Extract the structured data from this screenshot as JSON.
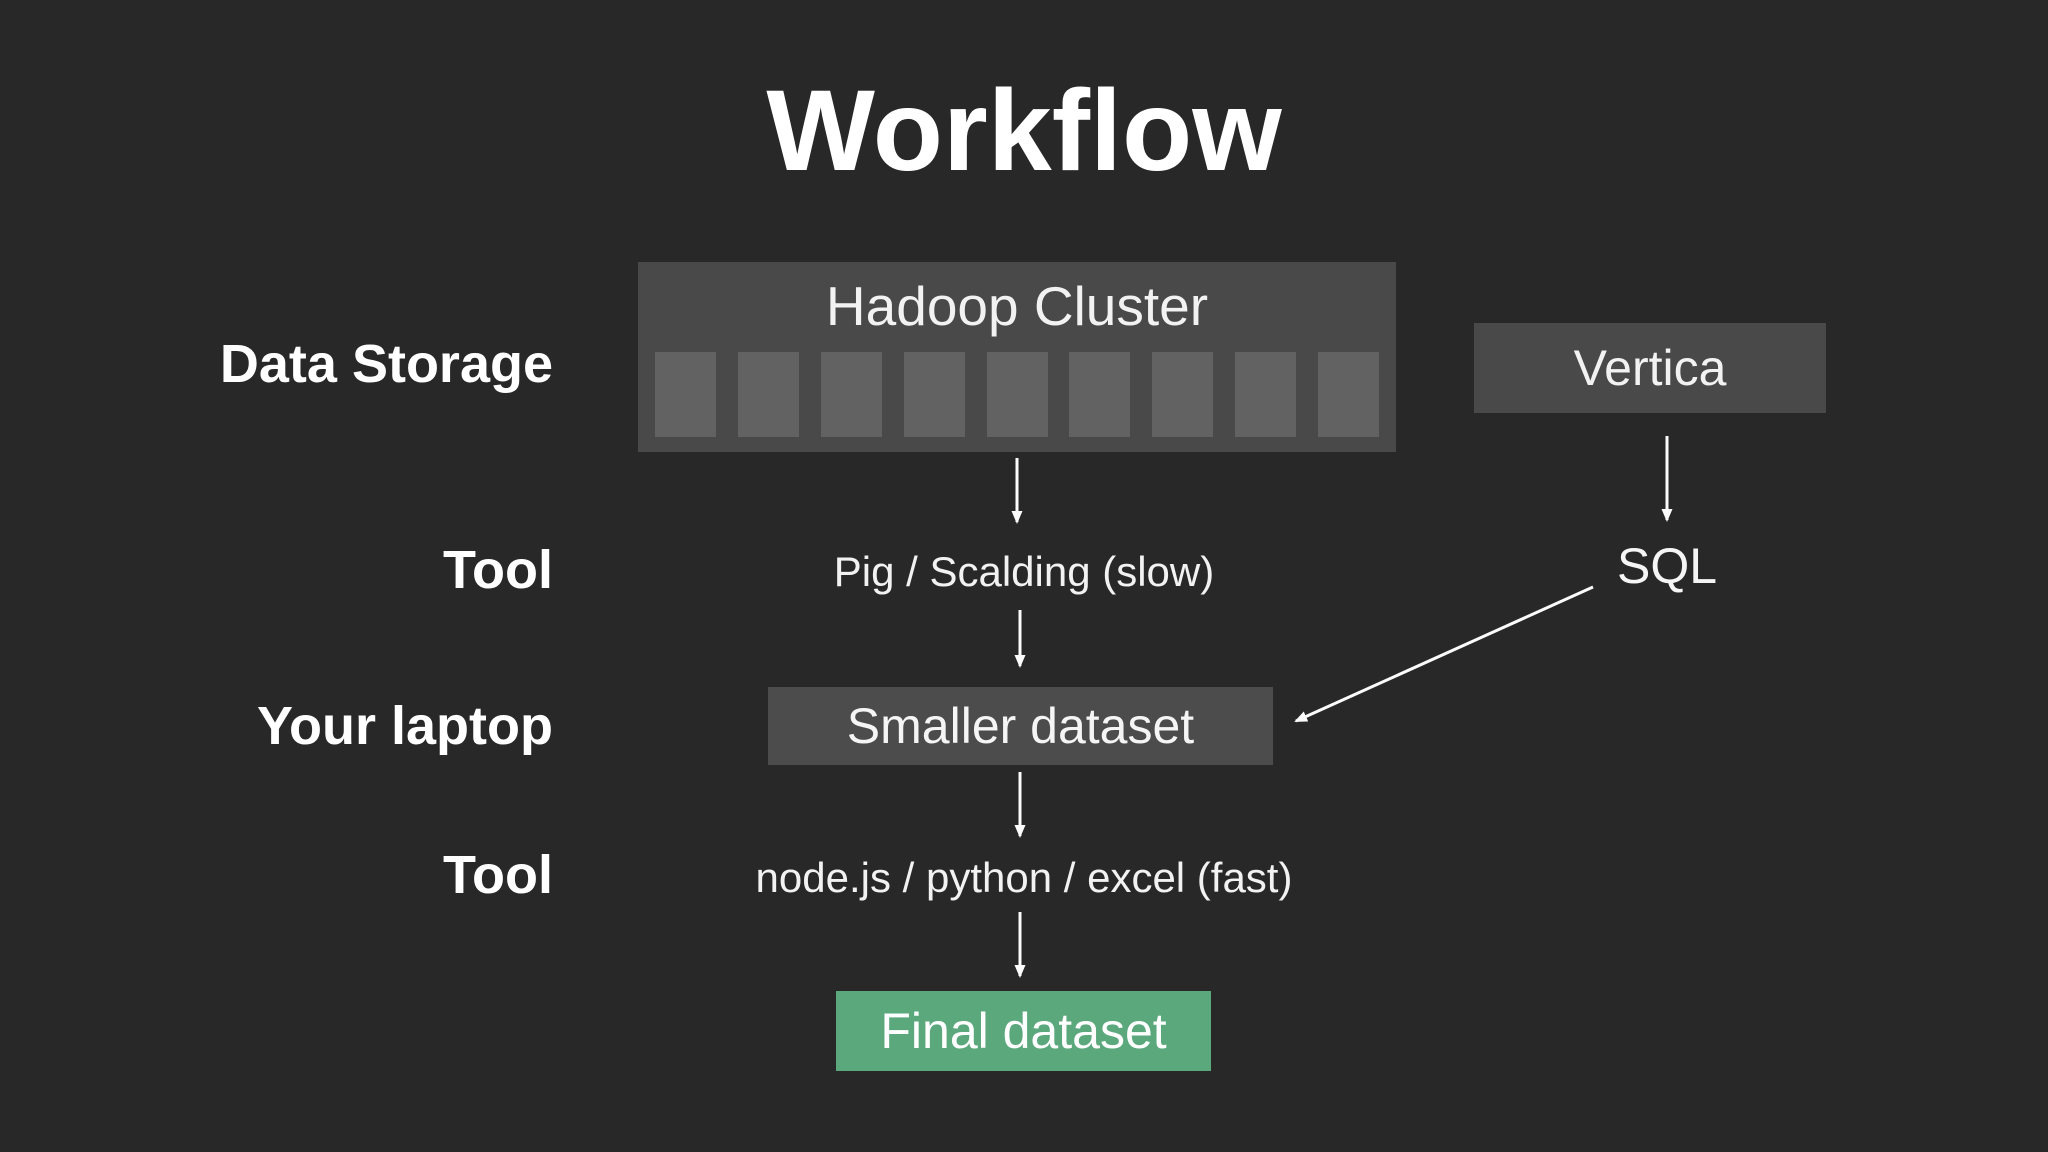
{
  "slide": {
    "title": "Workflow"
  },
  "colors": {
    "background": "#282828",
    "storage_box": "#494949",
    "machine": "#626262",
    "dataset_box": "#4c4c4c",
    "final_green": "#5ba87d",
    "text_primary": "#ffffff",
    "arrow": "#fcfcfc"
  },
  "row_labels": [
    {
      "label": "Data Storage"
    },
    {
      "label": "Tool"
    },
    {
      "label": "Your laptop"
    },
    {
      "label": "Tool"
    }
  ],
  "nodes": {
    "hadoop": {
      "label": "Hadoop Cluster",
      "machine_count": 9
    },
    "vertica": {
      "label": "Vertica"
    },
    "pig": {
      "label": "Pig / Scalding (slow)"
    },
    "sql": {
      "label": "SQL"
    },
    "smaller": {
      "label": "Smaller dataset"
    },
    "node_tools": {
      "label": "node.js / python / excel (fast)"
    },
    "final": {
      "label": "Final dataset"
    }
  },
  "connectors": [
    {
      "from": "Hadoop Cluster",
      "to": "Pig / Scalding (slow)"
    },
    {
      "from": "Pig / Scalding (slow)",
      "to": "Smaller dataset"
    },
    {
      "from": "Vertica",
      "to": "SQL"
    },
    {
      "from": "SQL",
      "to": "Smaller dataset"
    },
    {
      "from": "Smaller dataset",
      "to": "node.js / python / excel (fast)"
    },
    {
      "from": "node.js / python / excel (fast)",
      "to": "Final dataset"
    }
  ]
}
